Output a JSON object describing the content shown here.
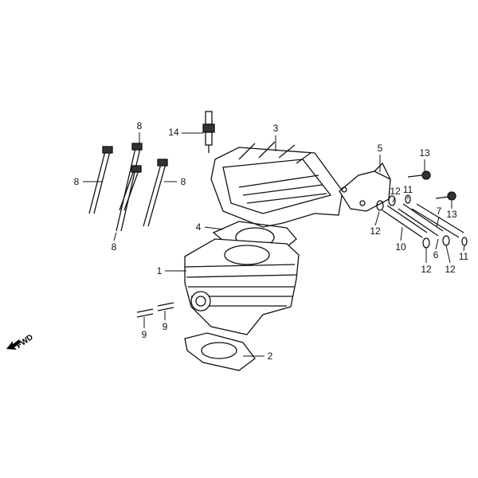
{
  "diagram": {
    "direction_label": "FWD",
    "callouts": [
      {
        "part": "14",
        "name": "spark-plug"
      },
      {
        "part": "3",
        "name": "cylinder-head"
      },
      {
        "part": "8",
        "name": "stud-bolt-a"
      },
      {
        "part": "8",
        "name": "stud-bolt-b"
      },
      {
        "part": "8",
        "name": "stud-bolt-c"
      },
      {
        "part": "8",
        "name": "stud-bolt-d"
      },
      {
        "part": "5",
        "name": "rocker-holder"
      },
      {
        "part": "13",
        "name": "bolt-a"
      },
      {
        "part": "12",
        "name": "o-ring-a"
      },
      {
        "part": "11",
        "name": "clip-a"
      },
      {
        "part": "7",
        "name": "pushrod-tube-a"
      },
      {
        "part": "13",
        "name": "bolt-b"
      },
      {
        "part": "12",
        "name": "o-ring-b"
      },
      {
        "part": "10",
        "name": "pushrod-tube-b"
      },
      {
        "part": "6",
        "name": "pushrod-tube-c"
      },
      {
        "part": "11",
        "name": "clip-b"
      },
      {
        "part": "12",
        "name": "o-ring-c"
      },
      {
        "part": "12",
        "name": "o-ring-d"
      },
      {
        "part": "4",
        "name": "head-gasket"
      },
      {
        "part": "1",
        "name": "cylinder"
      },
      {
        "part": "9",
        "name": "dowel-pin-a"
      },
      {
        "part": "9",
        "name": "dowel-pin-b"
      },
      {
        "part": "2",
        "name": "base-gasket"
      }
    ]
  }
}
